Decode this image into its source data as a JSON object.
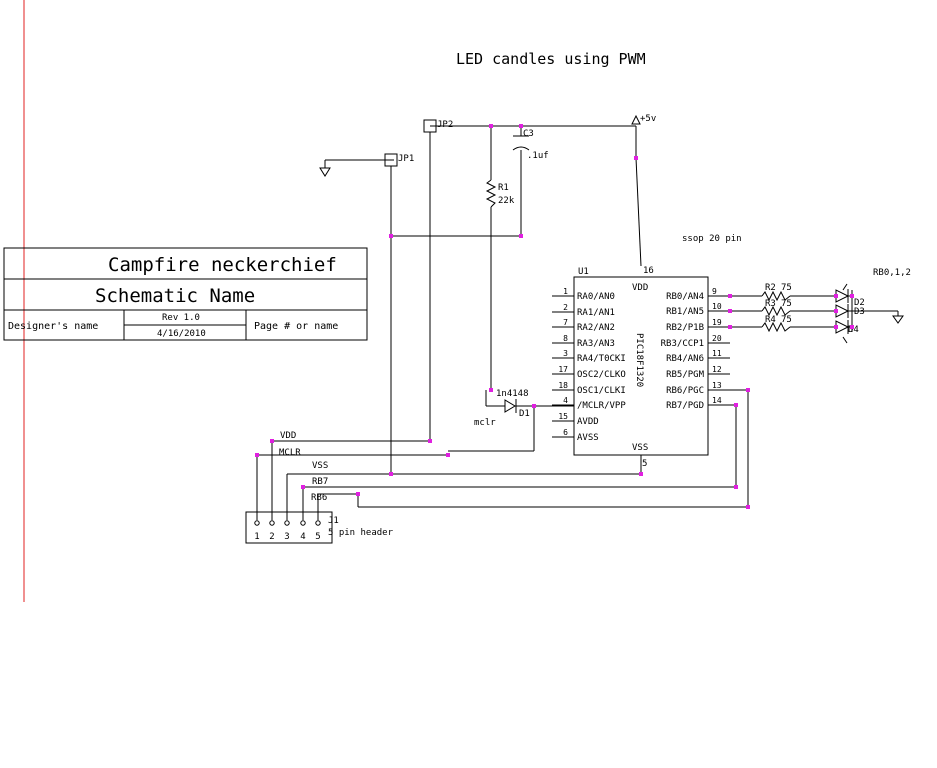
{
  "title": "LED candles using PWM",
  "title_block": {
    "project": "Campfire neckerchief",
    "schematic": "Schematic Name",
    "designer_label": "Designer's name",
    "rev": "Rev 1.0",
    "date": "4/16/2010",
    "page_label": "Page # or name"
  },
  "package_note": "ssop 20 pin",
  "led_note": "RB0,1,2",
  "power_label": "+5v",
  "chip": {
    "ref": "U1",
    "part": "PIC18F1320",
    "vdd": "VDD",
    "vdd_pin": "16",
    "vss": "VSS",
    "vss_pin": "5",
    "left_pins": [
      {
        "num": "1",
        "name": "RA0/AN0"
      },
      {
        "num": "2",
        "name": "RA1/AN1"
      },
      {
        "num": "7",
        "name": "RA2/AN2"
      },
      {
        "num": "8",
        "name": "RA3/AN3"
      },
      {
        "num": "3",
        "name": "RA4/T0CKI"
      },
      {
        "num": "17",
        "name": "OSC2/CLKO"
      },
      {
        "num": "18",
        "name": "OSC1/CLKI"
      },
      {
        "num": "4",
        "name": "/MCLR/VPP"
      },
      {
        "num": "15",
        "name": "AVDD"
      },
      {
        "num": "6",
        "name": "AVSS"
      }
    ],
    "right_pins": [
      {
        "num": "9",
        "name": "RB0/AN4"
      },
      {
        "num": "10",
        "name": "RB1/AN5"
      },
      {
        "num": "19",
        "name": "RB2/P1B"
      },
      {
        "num": "20",
        "name": "RB3/CCP1"
      },
      {
        "num": "11",
        "name": "RB4/AN6"
      },
      {
        "num": "12",
        "name": "RB5/PGM"
      },
      {
        "num": "13",
        "name": "RB6/PGC"
      },
      {
        "num": "14",
        "name": "RB7/PGD"
      }
    ]
  },
  "components": {
    "c3_ref": "C3",
    "c3_value": ".1uf",
    "r1_ref": "R1",
    "r1_value": "22k",
    "d1_ref": "D1",
    "d1_part": "1n4148",
    "mclr_label": "mclr",
    "jp1": "JP1",
    "jp2": "JP2",
    "r2": "R2",
    "r3": "R3",
    "r4": "R4",
    "r_value": "75",
    "d2": "D2",
    "d3": "D3",
    "d4": "D4"
  },
  "header": {
    "ref": "J1",
    "desc": "5 pin header",
    "pins": [
      "1",
      "2",
      "3",
      "4",
      "5"
    ],
    "nets": {
      "vdd": "VDD",
      "mclr": "MCLR",
      "vss": "VSS",
      "rb7": "RB7",
      "rb6": "RB6"
    }
  }
}
